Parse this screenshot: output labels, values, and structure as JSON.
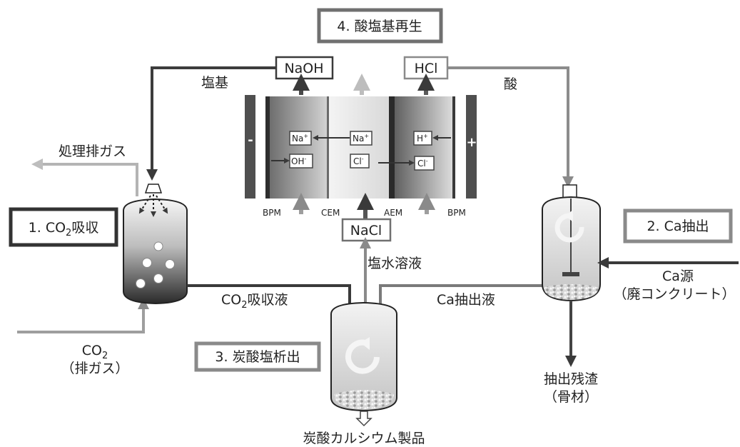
{
  "diagram": {
    "stages": {
      "regen": "4. 酸塩基再生",
      "absorb_prefix": "1. CO",
      "absorb_sub": "2",
      "absorb_suffix": "吸収",
      "ca_extract": "2. Ca抽出",
      "precip": "3. 炭酸塩析出"
    },
    "boxes": {
      "naoh": "NaOH",
      "hcl": "HCl",
      "nacl": "NaCl"
    },
    "labels": {
      "base": "塩基",
      "acid": "酸",
      "treated_gas": "処理排ガス",
      "co2_in": "CO",
      "co2_in_sub": "2",
      "exhaust": "（排ガス）",
      "absorb_liquid": "CO",
      "absorb_liquid_sub": "2",
      "absorb_liquid_suffix": "吸収液",
      "brine": "塩水溶液",
      "ca_liquid": "Ca抽出液",
      "ca_source": "Ca源",
      "waste_concrete": "（廃コンクリート）",
      "residue": "抽出残渣",
      "aggregate": "（骨材）",
      "product": "炭酸カルシウム製品"
    },
    "membranes": {
      "bpm_left": "BPM",
      "cem": "CEM",
      "aem": "AEM",
      "bpm_right": "BPM"
    },
    "electrodes": {
      "minus": "-",
      "plus": "+"
    },
    "ions": {
      "na_left": "Na",
      "na_left_sup": "+",
      "oh": "OH",
      "oh_sup": "-",
      "na_mid": "Na",
      "na_mid_sup": "+",
      "cl_mid": "Cl",
      "cl_mid_sup": "-",
      "h": "H",
      "h_sup": "+",
      "cl_right": "Cl",
      "cl_right_sup": "-"
    }
  }
}
